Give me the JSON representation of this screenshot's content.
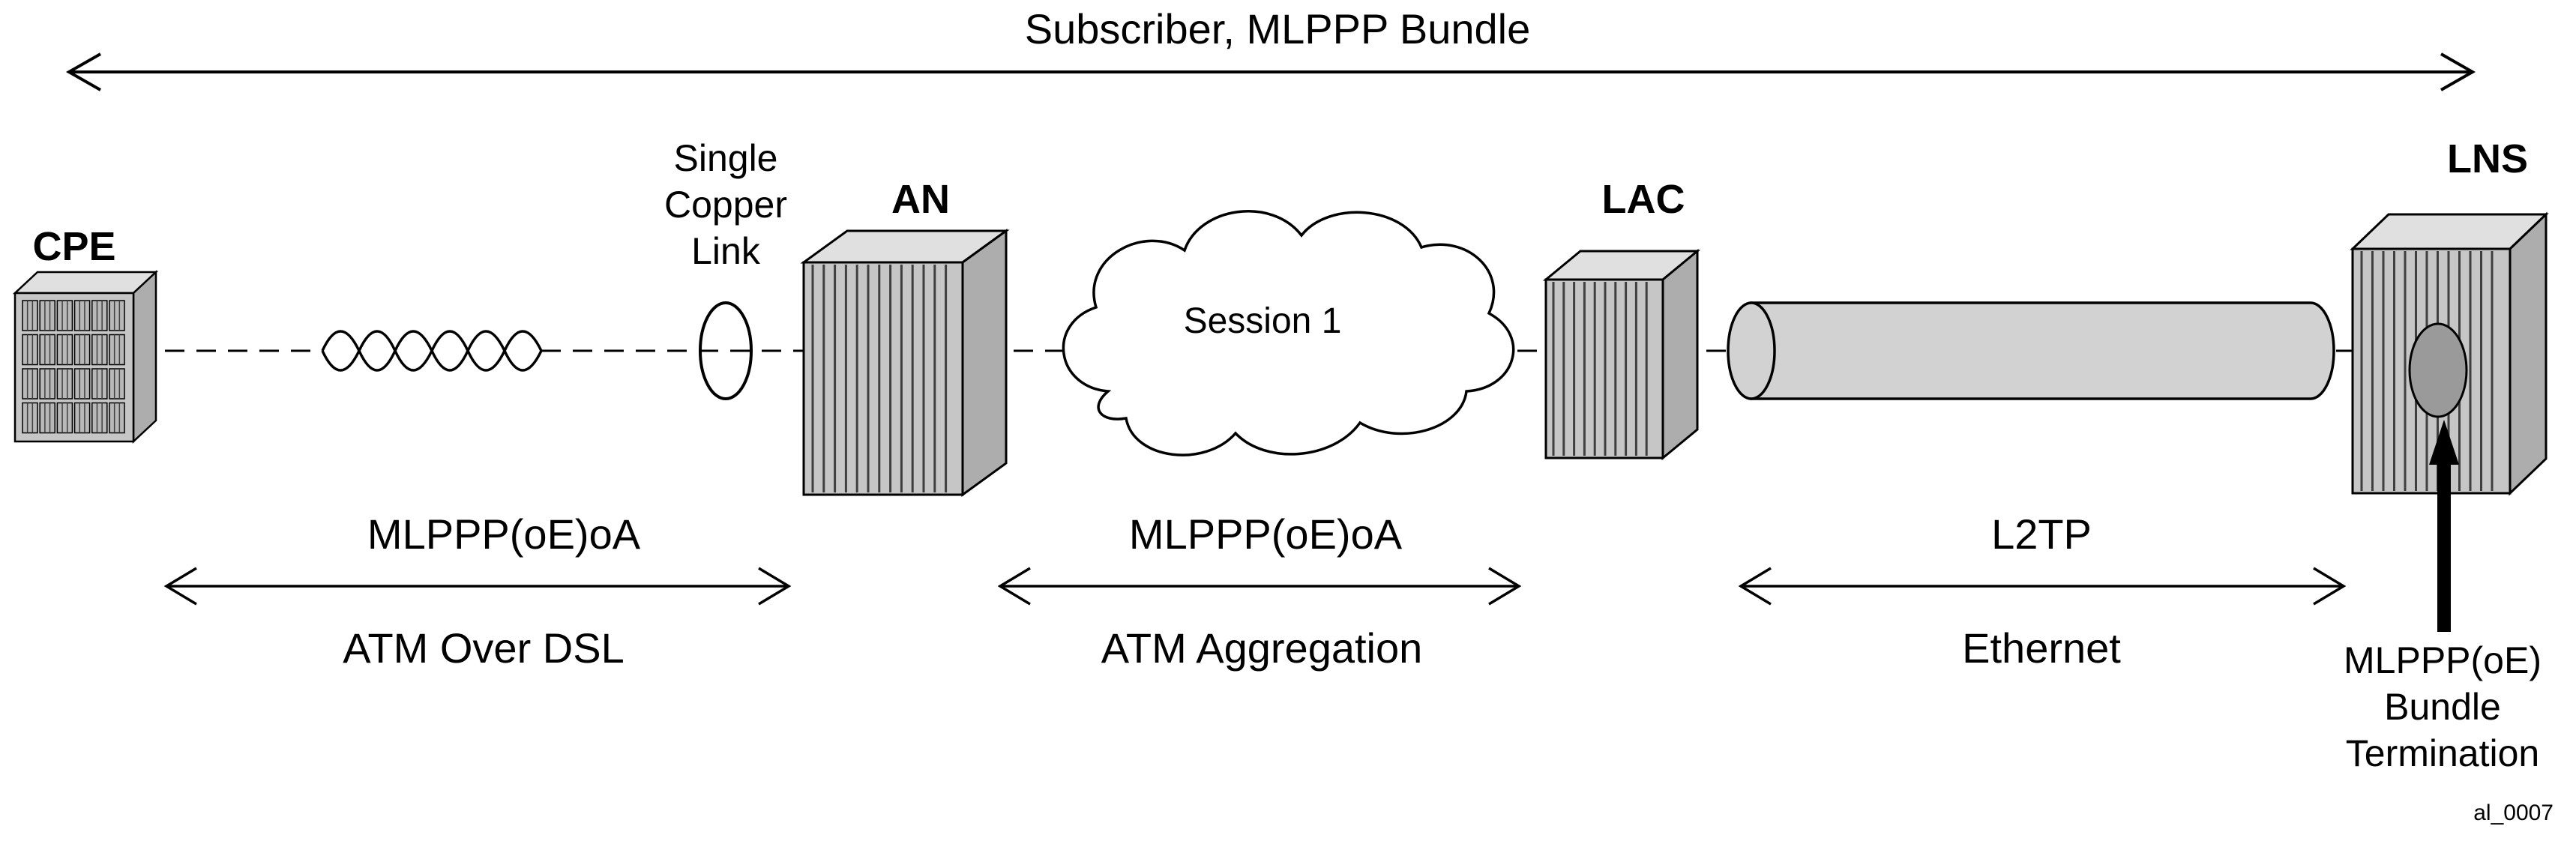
{
  "title": "Subscriber, MLPPP Bundle",
  "devices": {
    "cpe": {
      "label": "CPE"
    },
    "an": {
      "label": "AN"
    },
    "lac": {
      "label": "LAC"
    },
    "lns": {
      "label": "LNS"
    }
  },
  "access_link": {
    "label_lines": [
      "Single",
      "Copper",
      "Link"
    ]
  },
  "cloud": {
    "label": "Session 1"
  },
  "segments": [
    {
      "protocol": "MLPPP(oE)oA",
      "transport": "ATM Over DSL"
    },
    {
      "protocol": "MLPPP(oE)oA",
      "transport": "ATM Aggregation"
    },
    {
      "protocol": "L2TP",
      "transport": "Ethernet"
    }
  ],
  "termination": {
    "label_lines": [
      "MLPPP(oE)",
      "Bundle",
      "Termination"
    ]
  },
  "figure_id": "al_0007",
  "colors": {
    "background": "#ffffff",
    "line": "#000000",
    "box_front": "#c6c6c6",
    "box_top": "#e0e0e0",
    "box_side": "#adadad",
    "stripe": "#3f3f3f",
    "port_fill": "#b8b8b8",
    "tunnel_fill": "#d2d2d2",
    "oval_fill": "#9a9a9a",
    "cloud_fill": "#ffffff",
    "arrow": "#000000"
  }
}
